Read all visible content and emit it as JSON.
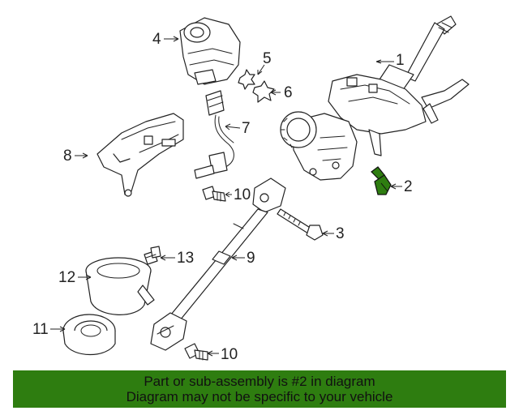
{
  "callouts": {
    "c1": "1",
    "c2": "2",
    "c3": "3",
    "c4": "4",
    "c5": "5",
    "c6": "6",
    "c7": "7",
    "c8": "8",
    "c9": "9",
    "c10a": "10",
    "c10b": "10",
    "c11": "11",
    "c12": "12",
    "c13": "13"
  },
  "highlight": {
    "part_number": "2",
    "color": "#2e7d10"
  },
  "banner": {
    "line1": "Part or sub-assembly is #2 in diagram",
    "line2": "Diagram may not be specific to your vehicle",
    "color": "#2e7d10"
  }
}
